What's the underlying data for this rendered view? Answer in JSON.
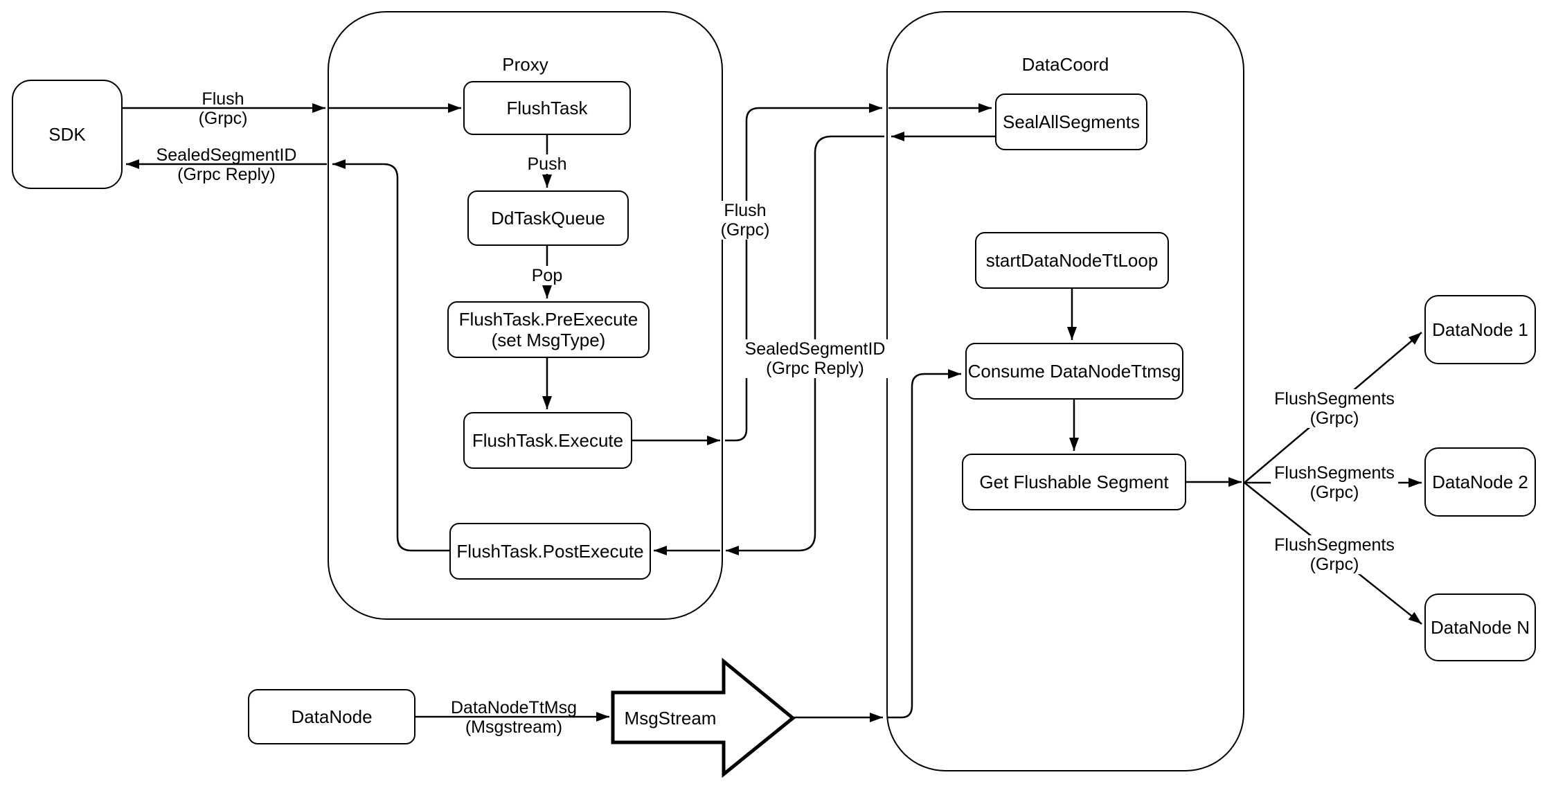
{
  "containers": {
    "proxy": {
      "label": "Proxy"
    },
    "datacoord": {
      "label": "DataCoord"
    }
  },
  "nodes": {
    "sdk": {
      "label": "SDK"
    },
    "flush_task": {
      "label": "FlushTask"
    },
    "dd_task_queue": {
      "label": "DdTaskQueue"
    },
    "pre_execute": {
      "label": "FlushTask.PreExecute",
      "sublabel": "(set MsgType)"
    },
    "execute": {
      "label": "FlushTask.Execute"
    },
    "post_execute": {
      "label": "FlushTask.PostExecute"
    },
    "seal_all_segments": {
      "label": "SealAllSegments"
    },
    "start_data_node_tt_loop": {
      "label": "startDataNodeTtLoop"
    },
    "consume_data_node_ttmsg": {
      "label": "Consume DataNodeTtmsg"
    },
    "get_flushable_segment": {
      "label": "Get Flushable Segment"
    },
    "data_node_1": {
      "label": "DataNode 1"
    },
    "data_node_2": {
      "label": "DataNode 2"
    },
    "data_node_n": {
      "label": "DataNode N"
    },
    "data_node_source": {
      "label": "DataNode"
    },
    "msg_stream": {
      "label": "MsgStream"
    }
  },
  "edge_labels": {
    "sdk_flush": {
      "line1": "Flush",
      "line2": "(Grpc)"
    },
    "sdk_reply": {
      "line1": "SealedSegmentID",
      "line2": "(Grpc Reply)"
    },
    "push": {
      "line1": "Push"
    },
    "pop": {
      "line1": "Pop"
    },
    "proxy_flush": {
      "line1": "Flush",
      "line2": "(Grpc)"
    },
    "proxy_reply": {
      "line1": "SealedSegmentID",
      "line2": "(Grpc Reply)"
    },
    "flush_segments_1": {
      "line1": "FlushSegments",
      "line2": "(Grpc)"
    },
    "flush_segments_2": {
      "line1": "FlushSegments",
      "line2": "(Grpc)"
    },
    "flush_segments_3": {
      "line1": "FlushSegments",
      "line2": "(Grpc)"
    },
    "data_node_tt_msg": {
      "line1": "DataNodeTtMsg",
      "line2": "(Msgstream)"
    }
  },
  "colors": {
    "stroke": "#000000",
    "background": "#ffffff"
  }
}
